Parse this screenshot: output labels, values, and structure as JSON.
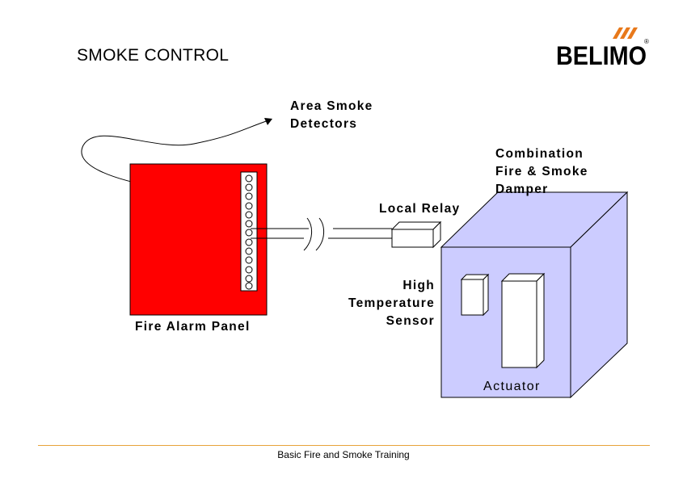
{
  "slide": {
    "title": "SMOKE CONTROL"
  },
  "logo": {
    "text": "BELIMO",
    "registered": "®",
    "accent": "#e8791b"
  },
  "labels": {
    "area_smoke_detectors": "Area Smoke\nDetectors",
    "combination_damper": "Combination\nFire & Smoke\nDamper",
    "local_relay": "Local Relay",
    "fire_alarm_panel": "Fire Alarm Panel",
    "high_temp_sensor": "High\nTemperature\nSensor",
    "actuator": "Actuator"
  },
  "colors": {
    "panel": "#ff0000",
    "damper": "#ccccff",
    "footer_rule": "#e8a33a"
  },
  "footer": {
    "text": "Basic Fire and Smoke Training"
  }
}
